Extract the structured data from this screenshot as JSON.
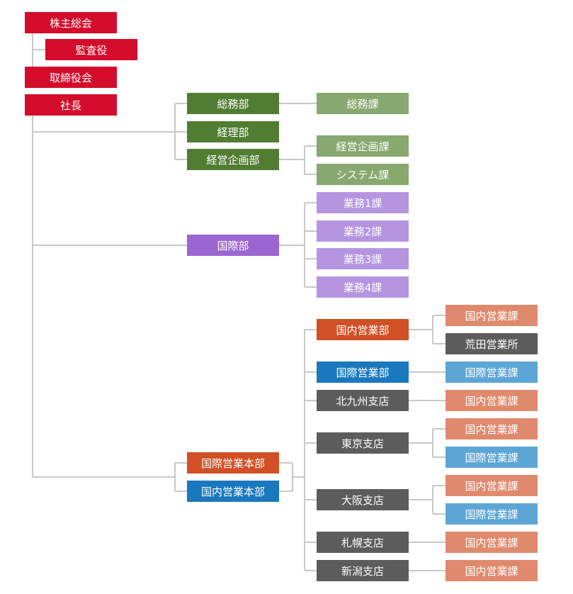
{
  "colors": {
    "line": "#c8c8c8",
    "exec": "#d40b2b",
    "green_dark": "#517d33",
    "green_light": "#87a86e",
    "purple_dark": "#9b66d1",
    "purple_light": "#b595e0",
    "orange_dark": "#d15026",
    "orange_light": "#e08a6d",
    "blue_dark": "#1a78be",
    "blue_light": "#5ca6d6",
    "gray": "#5c5c5c"
  },
  "nodes": {
    "shareholders": "株主総会",
    "auditor": "監査役",
    "board": "取締役会",
    "president": "社長",
    "general_affairs_dept": "総務部",
    "accounting_dept": "経理部",
    "planning_dept": "経営企画部",
    "general_affairs_section": "総務課",
    "planning_section": "経営企画課",
    "system_section": "システム課",
    "international_dept": "国際部",
    "biz1_section": "業務1課",
    "biz2_section": "業務2課",
    "biz3_section": "業務3課",
    "biz4_section": "業務4課",
    "intl_sales_hq": "国際営業本部",
    "dom_sales_hq": "国内営業本部",
    "dom_sales_dept": "国内営業部",
    "intl_sales_dept": "国際営業部",
    "kitakyushu_branch": "北九州支店",
    "tokyo_branch": "東京支店",
    "osaka_branch": "大阪支店",
    "sapporo_branch": "札幌支店",
    "niigata_branch": "新潟支店",
    "dom_sales_section": "国内営業課",
    "arata_office": "荒田営業所",
    "intl_sales_section": "国際営業課"
  }
}
